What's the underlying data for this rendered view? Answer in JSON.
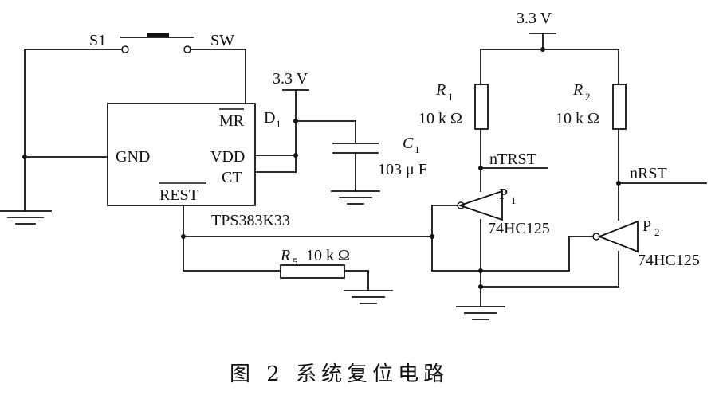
{
  "labels": {
    "s1": "S1",
    "sw": "SW",
    "mr": "MR",
    "gnd": "GND",
    "vdd": "VDD",
    "ct": "CT",
    "rest": "REST",
    "chip": "TPS383K33",
    "vcc_left": "3.3 V",
    "vcc_right": "3.3 V",
    "d1": "D",
    "d1_sub": "1",
    "c1": "C",
    "c1_sub": "1",
    "c1_value": "103 μ F",
    "r1": "R",
    "r1_sub": "1",
    "r1_value": "10 k Ω",
    "r2": "R",
    "r2_sub": "2",
    "r2_value": "10 k Ω",
    "r5": "R",
    "r5_sub": "5",
    "r5_value": "10 k Ω",
    "ntrst": "nTRST",
    "nrst": "nRST",
    "p1": "P",
    "p1_sub": "1",
    "p2": "P",
    "p2_sub": "2",
    "buf1": "74HC125",
    "buf2": "74HC125"
  },
  "caption": "图 2   系统复位电路"
}
